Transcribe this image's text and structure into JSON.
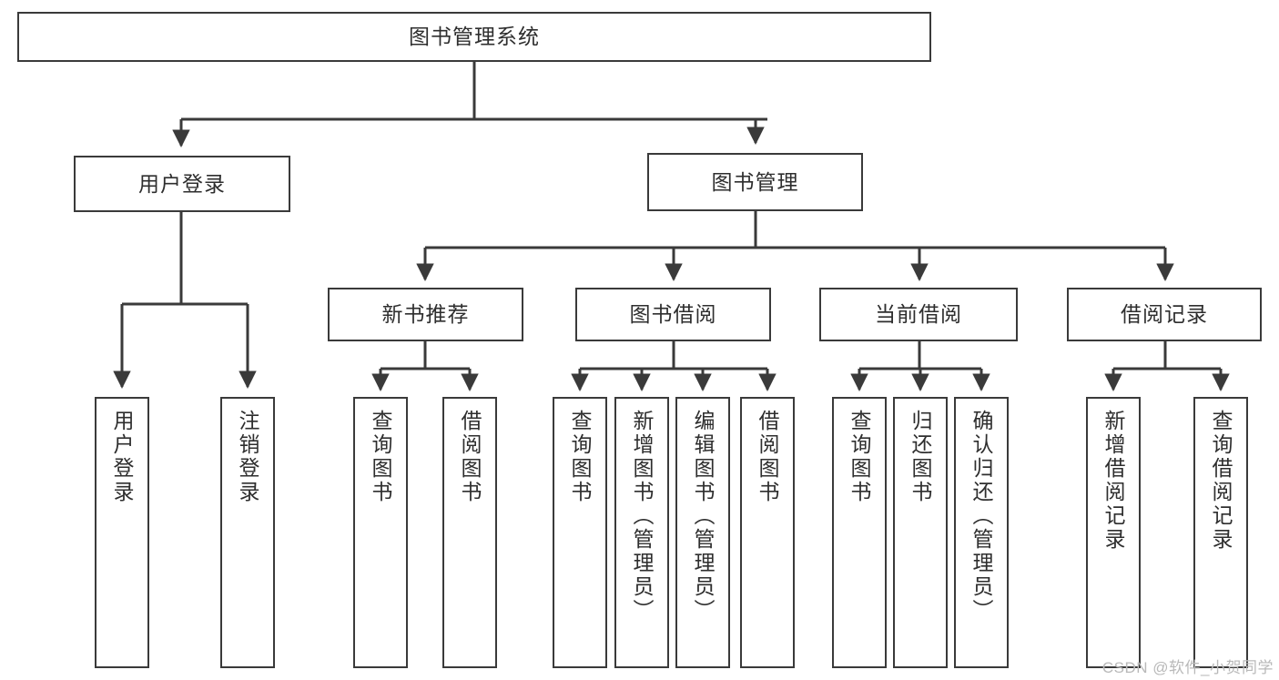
{
  "diagram": {
    "type": "tree-hierarchy-chart",
    "title": "图书管理系统",
    "orientation": "top-down",
    "colors": {
      "box_border": "#3a3a3a",
      "box_fill": "#ffffff",
      "text": "#2e2e2e",
      "connector": "#3a3a3a",
      "background": "#ffffff",
      "watermark": "#b9b9b9"
    },
    "watermark": "CSDN @软件_小贺同学",
    "root": {
      "id": "root",
      "label": "图书管理系统"
    },
    "level2": [
      {
        "id": "user-login",
        "label": "用户登录"
      },
      {
        "id": "book-management",
        "label": "图书管理"
      }
    ],
    "level3": [
      {
        "id": "new-book-recommend",
        "label": "新书推荐"
      },
      {
        "id": "book-borrow",
        "label": "图书借阅"
      },
      {
        "id": "current-borrow",
        "label": "当前借阅"
      },
      {
        "id": "borrow-record",
        "label": "借阅记录"
      }
    ],
    "leaves": {
      "user_login": [
        {
          "id": "leaf-user-login",
          "label": "用户登录"
        },
        {
          "id": "leaf-logout-login",
          "label": "注销登录"
        }
      ],
      "new_book_recommend": [
        {
          "id": "leaf-query-book-1",
          "label": "查询图书"
        },
        {
          "id": "leaf-borrow-book-1",
          "label": "借阅图书"
        }
      ],
      "book_borrow": [
        {
          "id": "leaf-query-book-2",
          "label": "查询图书"
        },
        {
          "id": "leaf-add-book",
          "label": "新增图书（管理员）"
        },
        {
          "id": "leaf-edit-book",
          "label": "编辑图书（管理员）"
        },
        {
          "id": "leaf-borrow-book-2",
          "label": "借阅图书"
        }
      ],
      "current_borrow": [
        {
          "id": "leaf-query-book-3",
          "label": "查询图书"
        },
        {
          "id": "leaf-return-book",
          "label": "归还图书"
        },
        {
          "id": "leaf-confirm-return",
          "label": "确认归还（管理员）"
        }
      ],
      "borrow_record": [
        {
          "id": "leaf-add-record",
          "label": "新增借阅记录"
        },
        {
          "id": "leaf-query-record",
          "label": "查询借阅记录"
        }
      ]
    }
  }
}
